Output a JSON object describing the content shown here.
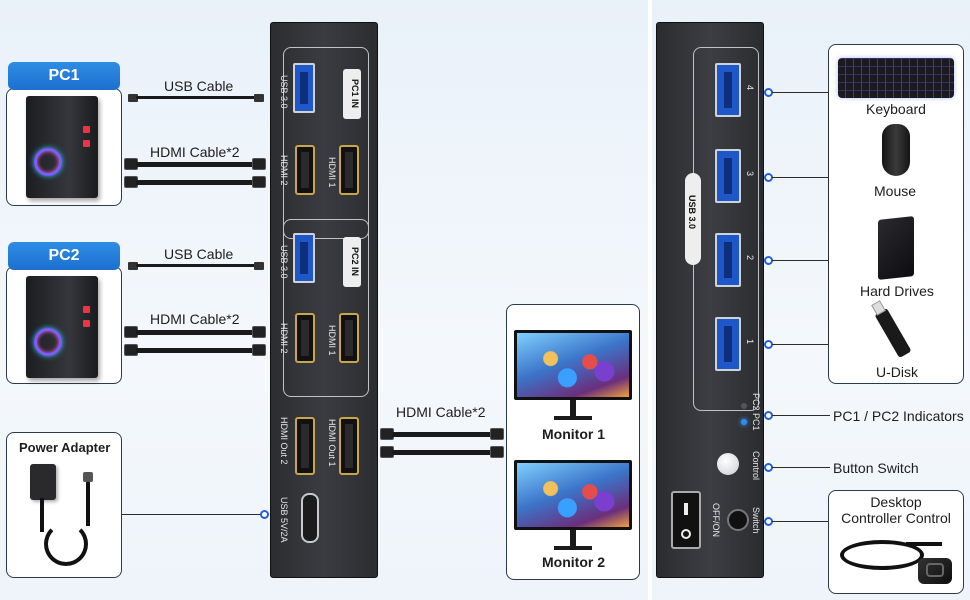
{
  "pcs": [
    {
      "label": "PC1"
    },
    {
      "label": "PC2"
    }
  ],
  "cables": {
    "usb": "USB Cable",
    "hdmi_pair": "HDMI Cable*2",
    "hdmi_out": "HDMI Cable*2"
  },
  "power": {
    "label": "Power Adapter"
  },
  "kvm": {
    "pc1_tag": "PC1 IN",
    "pc2_tag": "PC2 IN",
    "usb30": "USB 3.0",
    "hdmi1": "HDMI 1",
    "hdmi2": "HDMI 2",
    "hdmi_out1": "HDMI Out 1",
    "hdmi_out2": "HDMI Out 2",
    "usb_power": "USB 5V/2A"
  },
  "monitors": [
    {
      "label": "Monitor 1"
    },
    {
      "label": "Monitor 2"
    }
  ],
  "panel": {
    "usb30": "USB 3.0",
    "ports": [
      "4",
      "3",
      "2",
      "1"
    ],
    "pc1": "PC1",
    "pc2": "PC2",
    "control": "Control",
    "switch": "Switch",
    "offon": "OFF/ON"
  },
  "devices": {
    "keyboard": "Keyboard",
    "mouse": "Mouse",
    "hard_drives": "Hard Drives",
    "udisk": "U-Disk"
  },
  "callouts": {
    "indicators": "PC1 / PC2 Indicators",
    "button_switch": "Button Switch",
    "desktop_controller": "Desktop\nController Control"
  },
  "colors": {
    "accent": "#1f6fd6",
    "port_blue": "#1d57c9",
    "hdmi_gold": "#c9a646"
  }
}
